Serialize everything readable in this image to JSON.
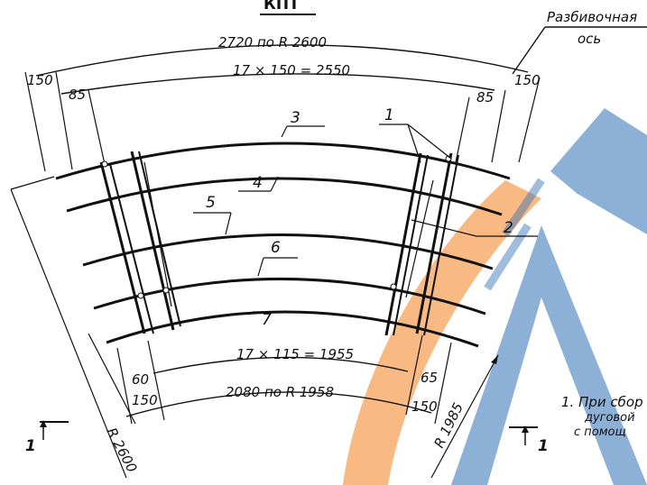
{
  "header": {
    "title_fragment": "КПТ"
  },
  "axis_label": {
    "line1": "Разбивочная",
    "line2": "ось"
  },
  "dimensions": {
    "top_total": "2720 по R 2600",
    "top_module": "17 × 150 = 2550",
    "top_left_150": "150",
    "top_left_85": "85",
    "top_right_85": "85",
    "top_right_150": "150",
    "bottom_module": "17 × 115 = 1955",
    "bottom_total": "2080 по R 1958",
    "bottom_left_60": "60",
    "bottom_left_150": "150",
    "bottom_right_65": "65",
    "bottom_right_150": "150",
    "radius_outer": "R 2600",
    "radius_inner": "R 1985"
  },
  "callouts": {
    "c1": "1",
    "c2": "2",
    "c3": "3",
    "c4": "4",
    "c5": "5",
    "c6": "6",
    "c7": "7"
  },
  "section_marks": {
    "left": "1",
    "right": "1"
  },
  "note": {
    "line1": "1. При сбор",
    "line2": "дуговой",
    "line3": "с помощ"
  },
  "colors": {
    "ink": "#111111",
    "watermark_orange": "#f5a25a",
    "watermark_blue": "#2f6fb5"
  }
}
